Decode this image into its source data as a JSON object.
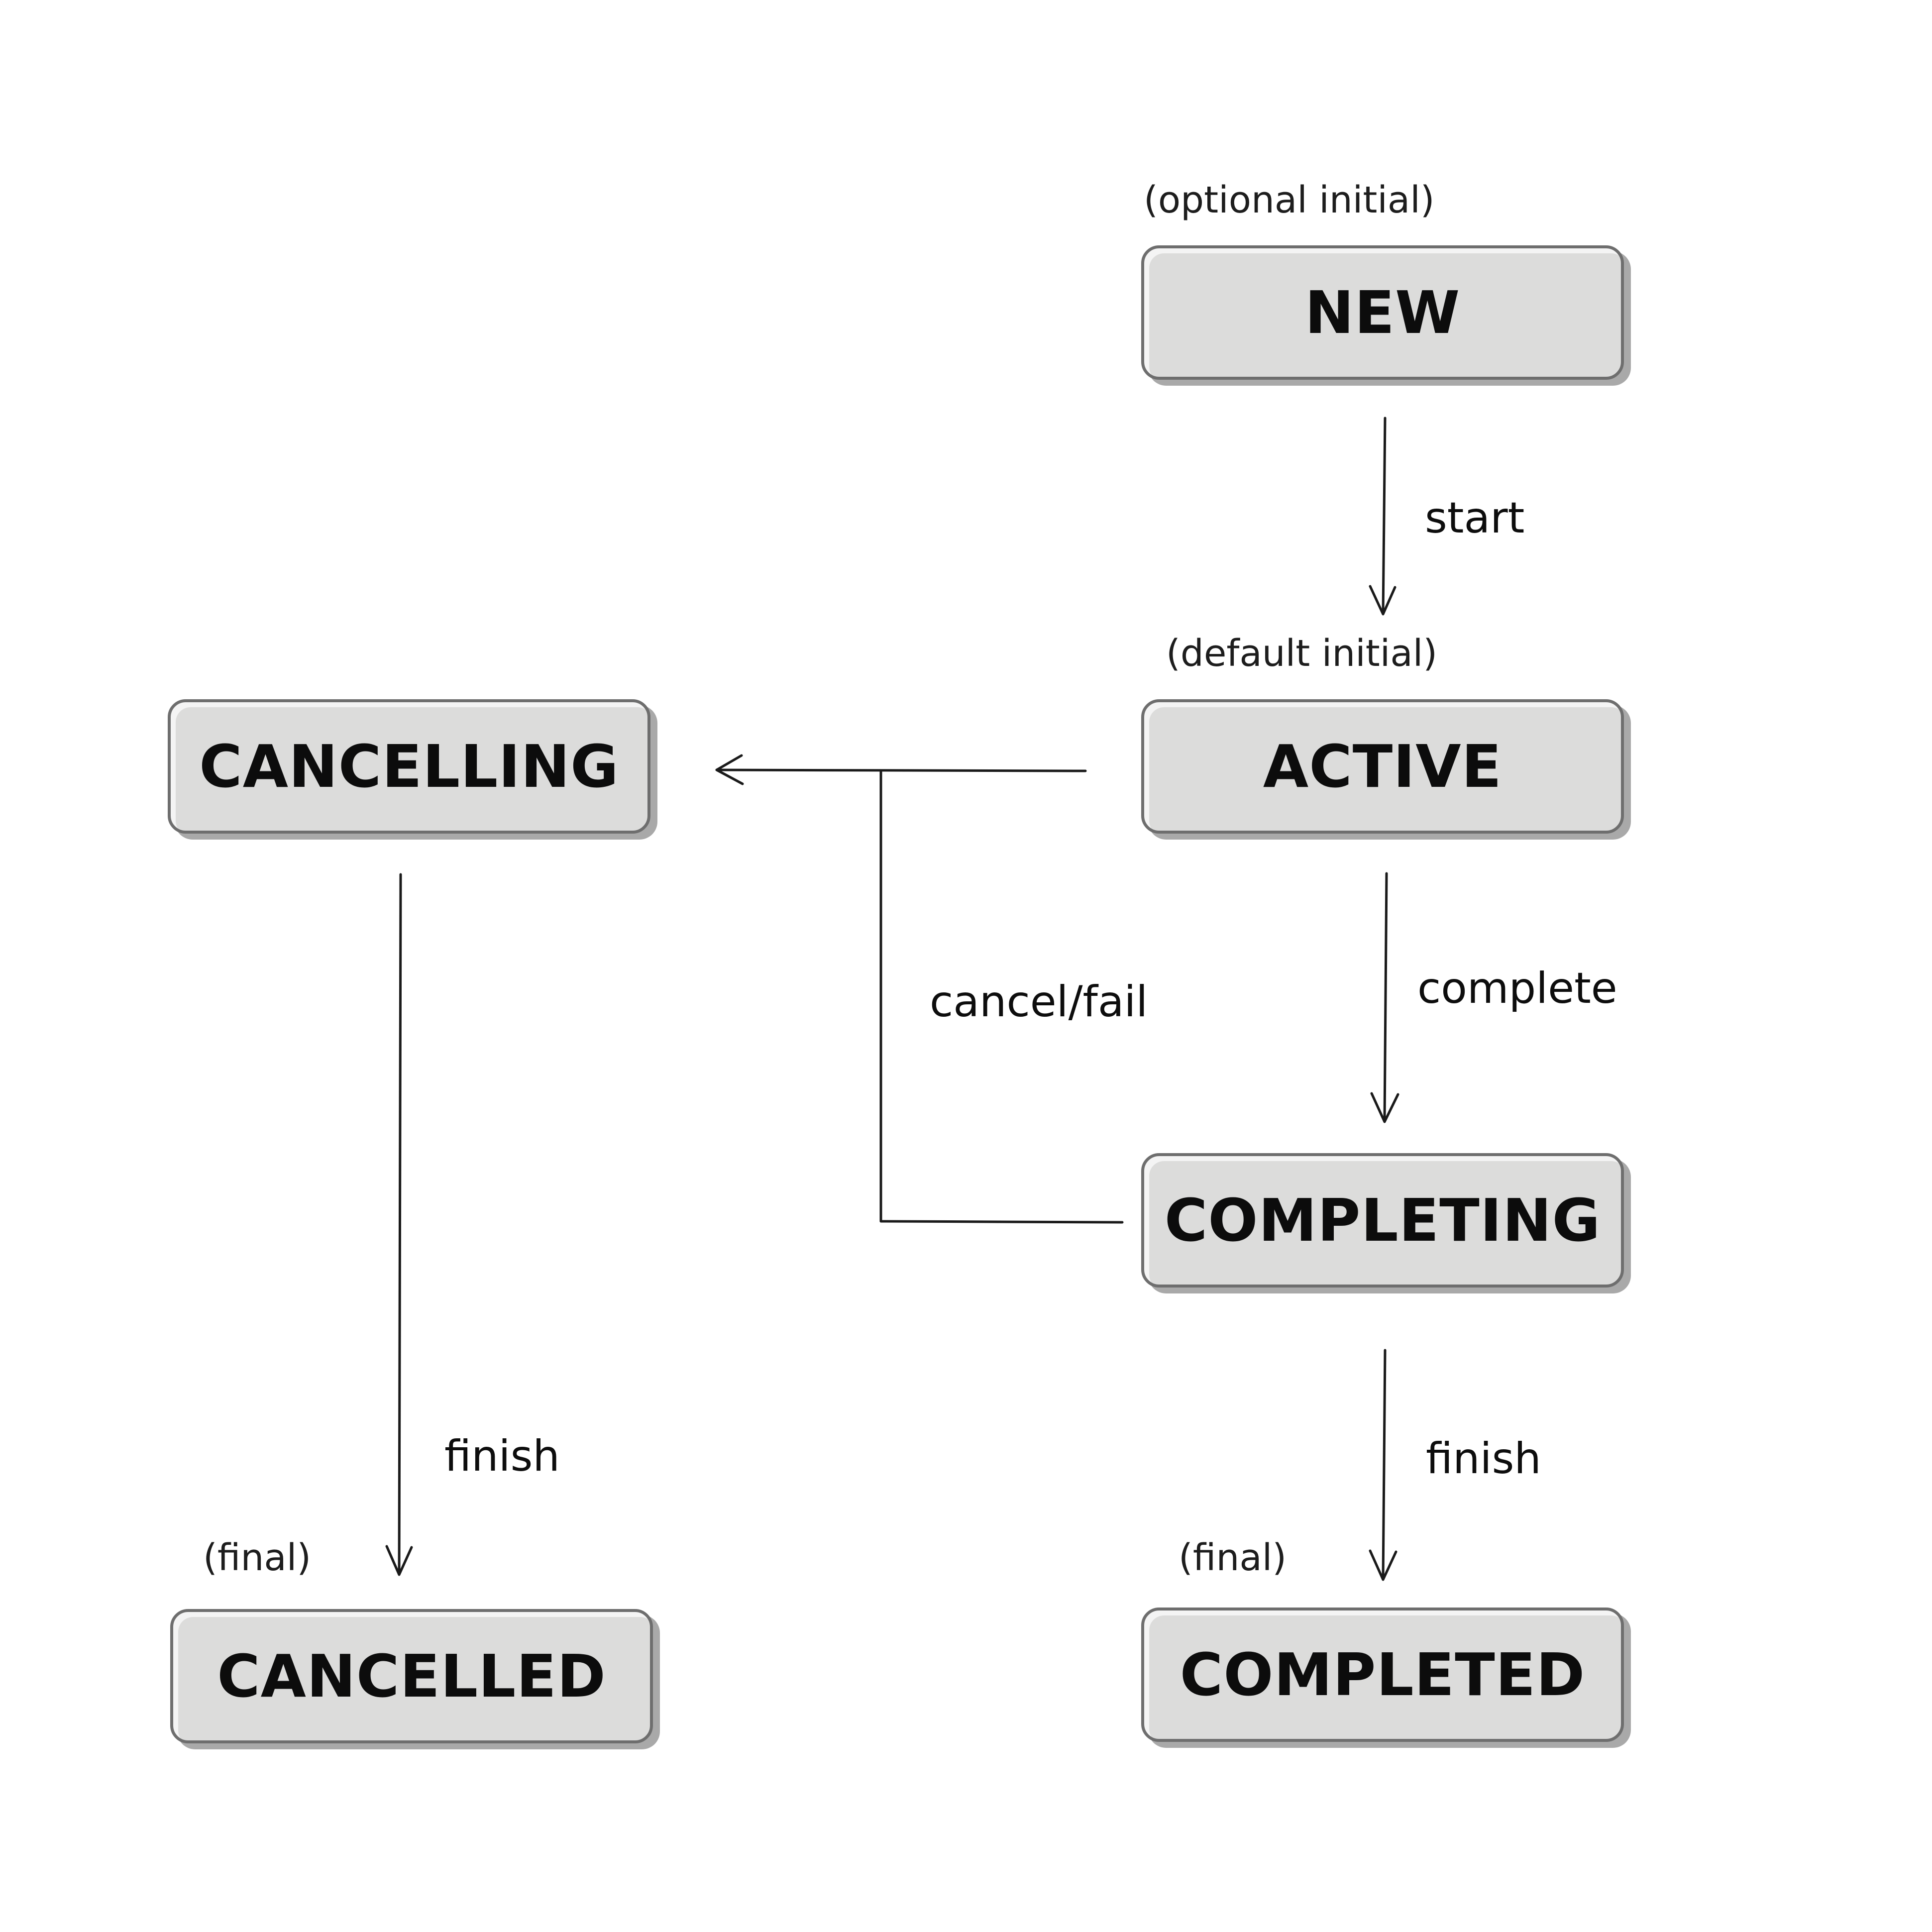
{
  "states": {
    "new": {
      "label": "NEW",
      "note": "(optional initial)"
    },
    "active": {
      "label": "ACTIVE",
      "note": "(default initial)"
    },
    "completing": {
      "label": "COMPLETING"
    },
    "completed": {
      "label": "COMPLETED",
      "note": "(final)"
    },
    "cancelling": {
      "label": "CANCELLING"
    },
    "cancelled": {
      "label": "CANCELLED",
      "note": "(final)"
    }
  },
  "transitions": {
    "start": "start",
    "complete": "complete",
    "cancel_fail": "cancel/fail",
    "finish_completed": "finish",
    "finish_cancelled": "finish"
  },
  "colors": {
    "box_fill": "#dcdcdb",
    "box_border": "#6e6e6e",
    "box_shadow": "#a9a9a9",
    "line": "#1a1a1a",
    "text": "#0c0c0c"
  }
}
